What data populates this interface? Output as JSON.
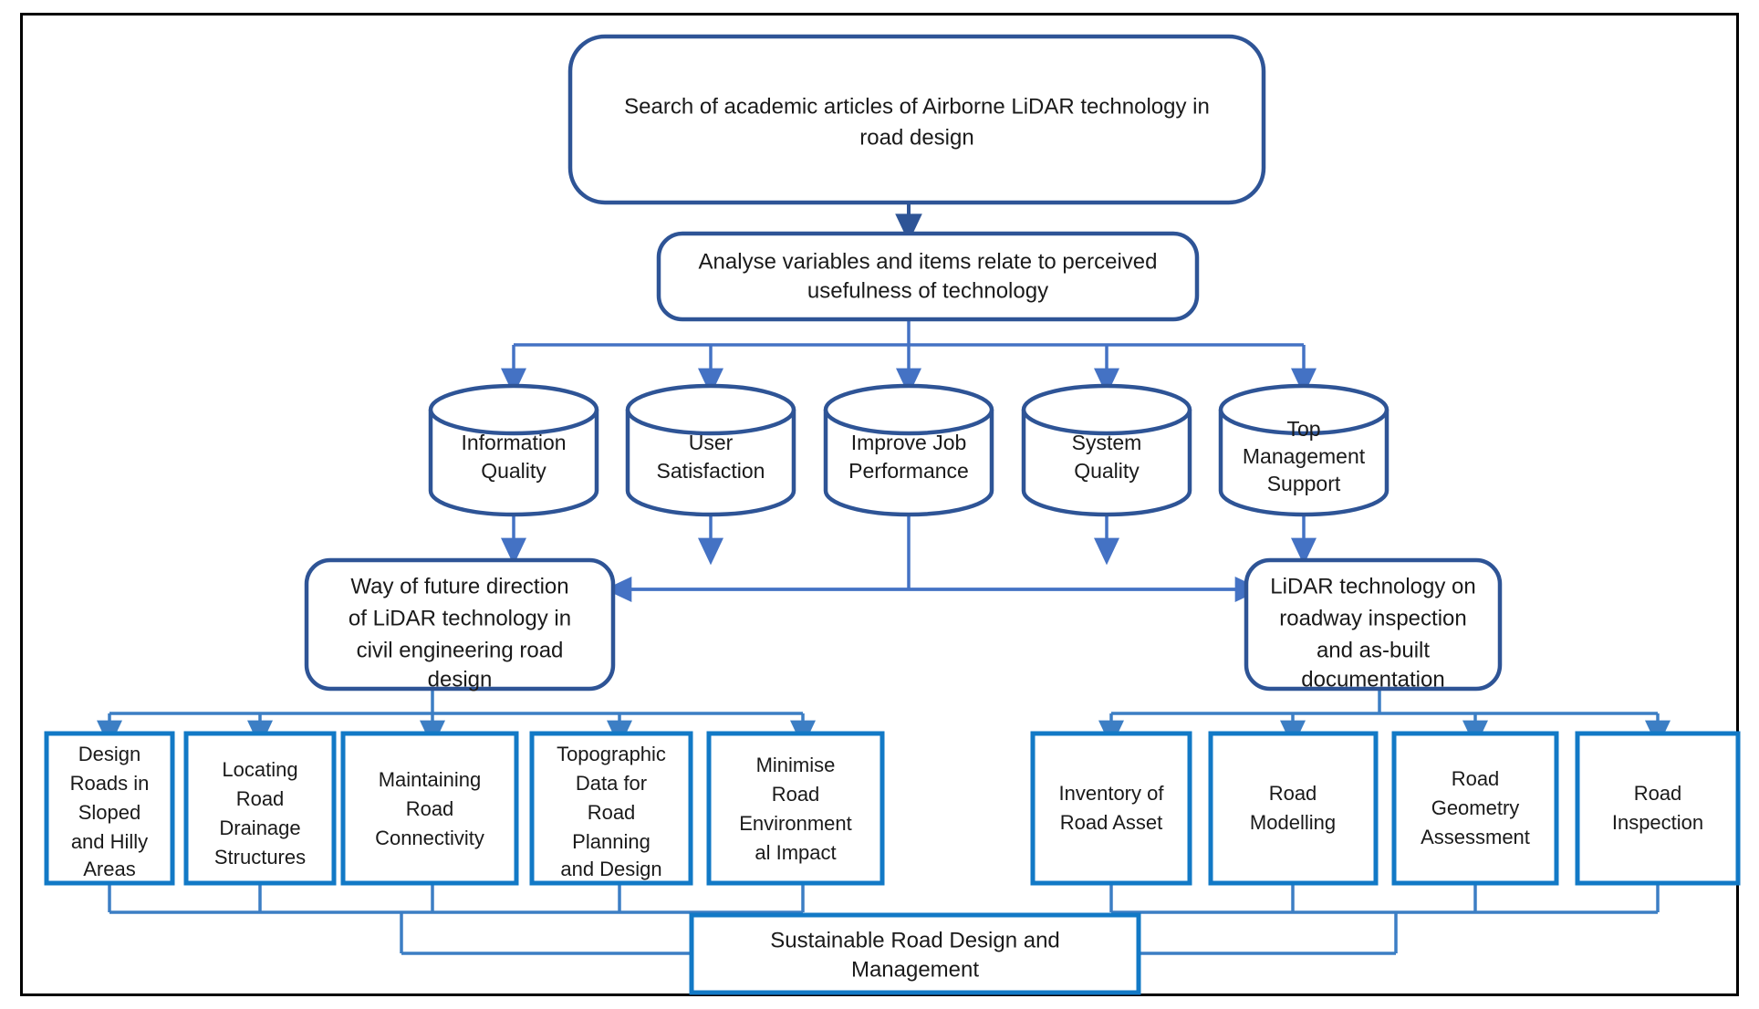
{
  "diagram": {
    "title": "LiDAR technology in road design research flowchart",
    "colors": {
      "frame_border": "#000000",
      "dark_blue": "#2E5496",
      "mid_blue": "#4472C4",
      "bright_blue": "#1279C6",
      "text": "#1a1a1a",
      "background": "#ffffff"
    },
    "start": {
      "label_line1": "Search of academic articles of Airborne LiDAR technology in",
      "label_line2": "road design"
    },
    "analyse": {
      "label_line1": "Analyse variables and items relate to perceived",
      "label_line2": "usefulness of technology"
    },
    "cylinders": [
      {
        "line1": "Information",
        "line2": "Quality",
        "line3": ""
      },
      {
        "line1": "User",
        "line2": "Satisfaction",
        "line3": ""
      },
      {
        "line1": "Improve Job",
        "line2": "Performance",
        "line3": ""
      },
      {
        "line1": "System",
        "line2": "Quality",
        "line3": ""
      },
      {
        "line1": "Top",
        "line2": "Management",
        "line3": "Support"
      }
    ],
    "branch_left": {
      "line1": "Way of future direction",
      "line2": "of LiDAR technology in",
      "line3": "civil engineering road",
      "line4": "design"
    },
    "branch_right": {
      "line1": "LiDAR technology on",
      "line2": "roadway inspection",
      "line3": "and as-built",
      "line4": "documentation"
    },
    "left_leaves": [
      {
        "line1": "Design",
        "line2": "Roads in",
        "line3": "Sloped",
        "line4": "and Hilly",
        "line5": "Areas"
      },
      {
        "line1": "Locating",
        "line2": "Road",
        "line3": "Drainage",
        "line4": "Structures",
        "line5": ""
      },
      {
        "line1": "Maintaining",
        "line2": "Road",
        "line3": "Connectivity",
        "line4": "",
        "line5": ""
      },
      {
        "line1": "Topographic",
        "line2": "Data for",
        "line3": "Road",
        "line4": "Planning",
        "line5": "and Design"
      },
      {
        "line1": "Minimise",
        "line2": "Road",
        "line3": "Environment",
        "line4": "al Impact",
        "line5": ""
      }
    ],
    "right_leaves": [
      {
        "line1": "Inventory of",
        "line2": "Road Asset",
        "line3": ""
      },
      {
        "line1": "Road",
        "line2": "Modelling",
        "line3": ""
      },
      {
        "line1": "Road",
        "line2": "Geometry",
        "line3": "Assessment"
      },
      {
        "line1": "Road",
        "line2": "Inspection",
        "line3": ""
      }
    ],
    "outcome": {
      "line1": "Sustainable Road Design and",
      "line2": "Management"
    }
  }
}
